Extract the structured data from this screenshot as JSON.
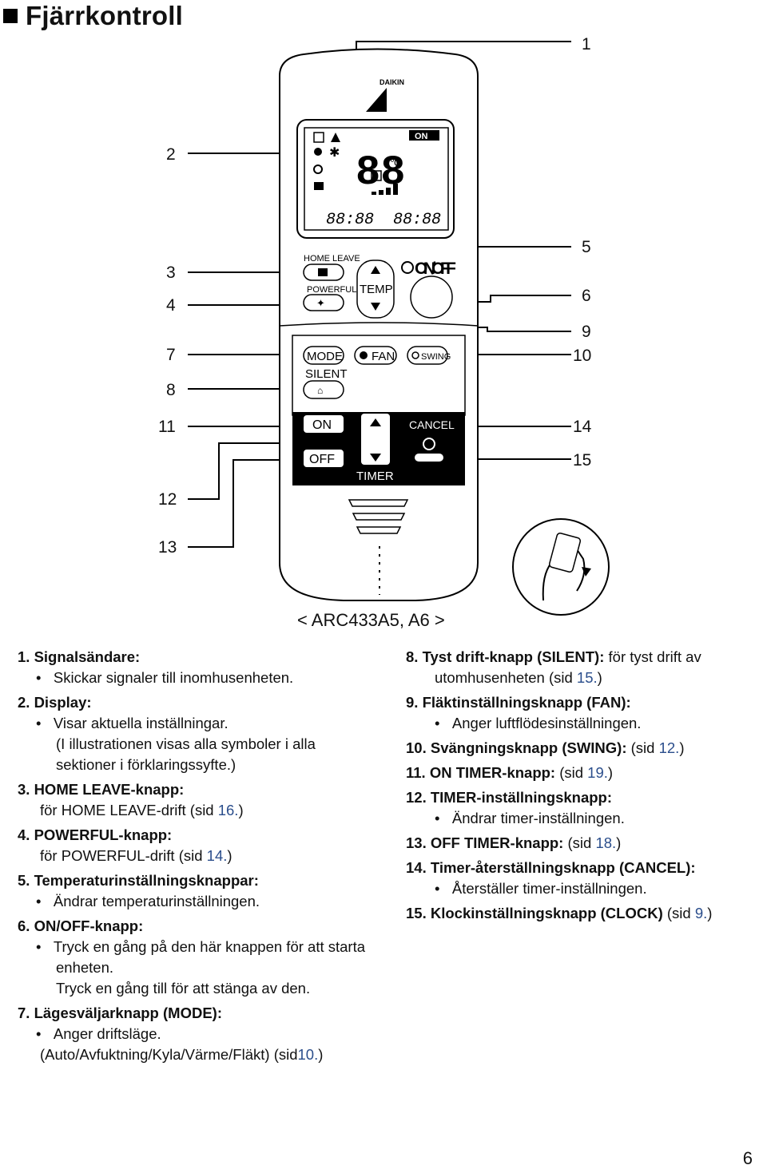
{
  "title": "Fjärrkontroll",
  "callouts": {
    "c1": "1",
    "c2": "2",
    "c3": "3",
    "c4": "4",
    "c5": "5",
    "c6": "6",
    "c7": "7",
    "c8": "8",
    "c9": "9",
    "c10": "10",
    "c11": "11",
    "c12": "12",
    "c13": "13",
    "c14": "14",
    "c15": "15"
  },
  "remote": {
    "brand": "DAIKIN",
    "display_on": "ON",
    "display_temp": "88",
    "display_unit": "℃",
    "display_time1": "88:88",
    "display_time2": "88:88",
    "home_leave": "HOME LEAVE",
    "powerful": "POWERFUL",
    "temp": "TEMP",
    "onoff": "ON/OFF",
    "mode": "MODE",
    "fan": "FAN",
    "swing": "SWING",
    "silent": "SILENT",
    "on": "ON",
    "off": "OFF",
    "cancel": "CANCEL",
    "timer": "TIMER"
  },
  "model": "ARC433A5, A6",
  "page_number": "6",
  "items": {
    "i1_title": "1. Signalsändare:",
    "i1_b1": "Skickar signaler till inomhusenheten.",
    "i2_title": "2. Display:",
    "i2_b1": "Visar aktuella inställningar.",
    "i2_b1c1": "(I illustrationen visas alla symboler i alla",
    "i2_b1c2": "sektioner i förklaringssyfte.)",
    "i3_title": "3. HOME LEAVE-knapp:",
    "i3_pre": "för HOME LEAVE-drift (sid ",
    "i3_ref": "16.",
    "i3_post": ")",
    "i4_title": "4. POWERFUL-knapp:",
    "i4_pre": "för POWERFUL-drift (sid ",
    "i4_ref": "14.",
    "i4_post": ")",
    "i5_title": "5. Temperaturinställningsknappar:",
    "i5_b1": "Ändrar temperaturinställningen.",
    "i6_title": "6. ON/OFF-knapp:",
    "i6_b1": "Tryck en gång på den här knappen för att starta",
    "i6_b1c1": "enheten.",
    "i6_b1c2": "Tryck en gång till för att stänga av den.",
    "i7_title": "7. Lägesväljarknapp (MODE):",
    "i7_b1": "Anger driftsläge.",
    "i7_pre": "(Auto/Avfuktning/Kyla/Värme/Fläkt) (sid",
    "i7_ref": "10.",
    "i7_post": ")",
    "i8_title": "8. Tyst drift-knapp (SILENT):",
    "i8_tail": " för tyst drift av",
    "i8_pre": "utomhusenheten (sid ",
    "i8_ref": "15.",
    "i8_post": ")",
    "i9_title": "9. Fläktinställningsknapp (FAN):",
    "i9_b1": "Anger luftflödesinställningen.",
    "i10_title": "10. Svängningsknapp (SWING):",
    "i10_pre": " (sid ",
    "i10_ref": "12.",
    "i10_post": ")",
    "i11_title": "11. ON TIMER-knapp:",
    "i11_pre": " (sid ",
    "i11_ref": "19.",
    "i11_post": ")",
    "i12_title": "12. TIMER-inställningsknapp:",
    "i12_b1": "Ändrar timer-inställningen.",
    "i13_title": "13. OFF TIMER-knapp:",
    "i13_pre": " (sid ",
    "i13_ref": "18.",
    "i13_post": ")",
    "i14_title": "14. Timer-återställningsknapp (CANCEL):",
    "i14_b1": "Återställer timer-inställningen.",
    "i15_title": "15. Klockinställningsknapp (CLOCK)",
    "i15_pre": " (sid ",
    "i15_ref": "9.",
    "i15_post": ")"
  }
}
